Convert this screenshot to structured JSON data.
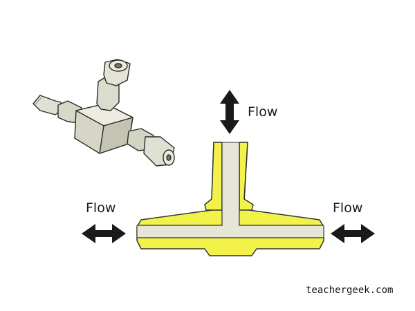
{
  "flow_labels": {
    "top": "Flow",
    "left": "Flow",
    "right": "Flow"
  },
  "credit": "teachergeek.com",
  "icons": {
    "fitting": "tee-barb-fitting-illustration",
    "cross_section": "tee-fitting-cross-section",
    "arrows": "double-headed-arrow"
  },
  "colors": {
    "fitting_body": "#f2f24a",
    "fitting_outline": "#333333",
    "bore": "#e5e5d8",
    "arrow": "#1a1a1a",
    "plastic": "#dcdcd0"
  }
}
